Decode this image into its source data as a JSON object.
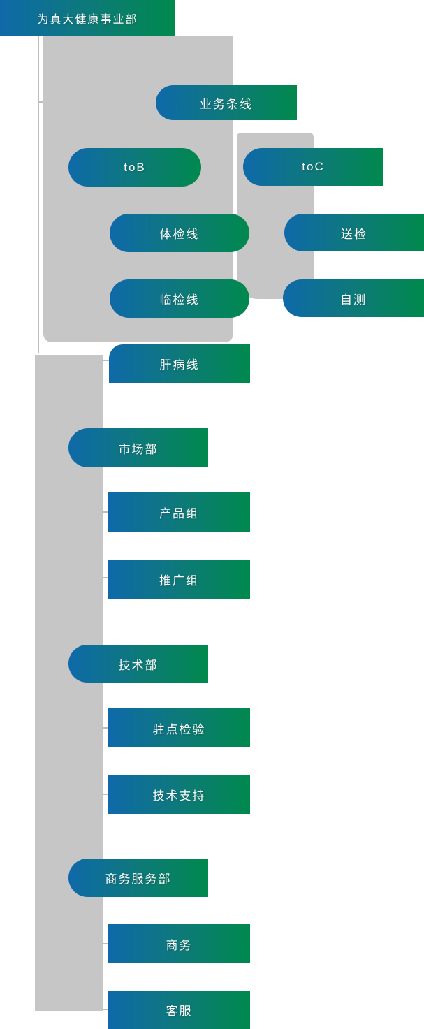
{
  "org_chart": {
    "colors": {
      "gradient_blue": "#0f69a9",
      "gradient_green": "#00894d",
      "connector_gray": "#c6c6c6",
      "line_gray": "#bdbdbd",
      "node_text": "#ffffff"
    },
    "nodes": {
      "root": "为真大健康事业部",
      "business_line": "业务条线",
      "tob": "toB",
      "toc": "toC",
      "physical_exam_line": "体检线",
      "sample_submission": "送检",
      "clinical_test_line": "临检线",
      "self_test": "自测",
      "liver_disease_line": "肝病线",
      "marketing_dept": "市场部",
      "product_group": "产品组",
      "promotion_group": "推广组",
      "technology_dept": "技术部",
      "onsite_testing": "驻点检验",
      "tech_support": "技术支持",
      "business_service_dept": "商务服务部",
      "business_group": "商务",
      "customer_service": "客服"
    },
    "hierarchy": {
      "root": "为真大健康事业部",
      "children": [
        {
          "label": "业务条线",
          "children": [
            {
              "label": "toB",
              "children": [
                "体检线",
                "临检线",
                "肝病线"
              ]
            },
            {
              "label": "toC",
              "children": [
                "送检",
                "自测"
              ]
            }
          ]
        },
        {
          "label": "市场部",
          "children": [
            "产品组",
            "推广组"
          ]
        },
        {
          "label": "技术部",
          "children": [
            "驻点检验",
            "技术支持"
          ]
        },
        {
          "label": "商务服务部",
          "children": [
            "商务",
            "客服"
          ]
        }
      ]
    }
  }
}
